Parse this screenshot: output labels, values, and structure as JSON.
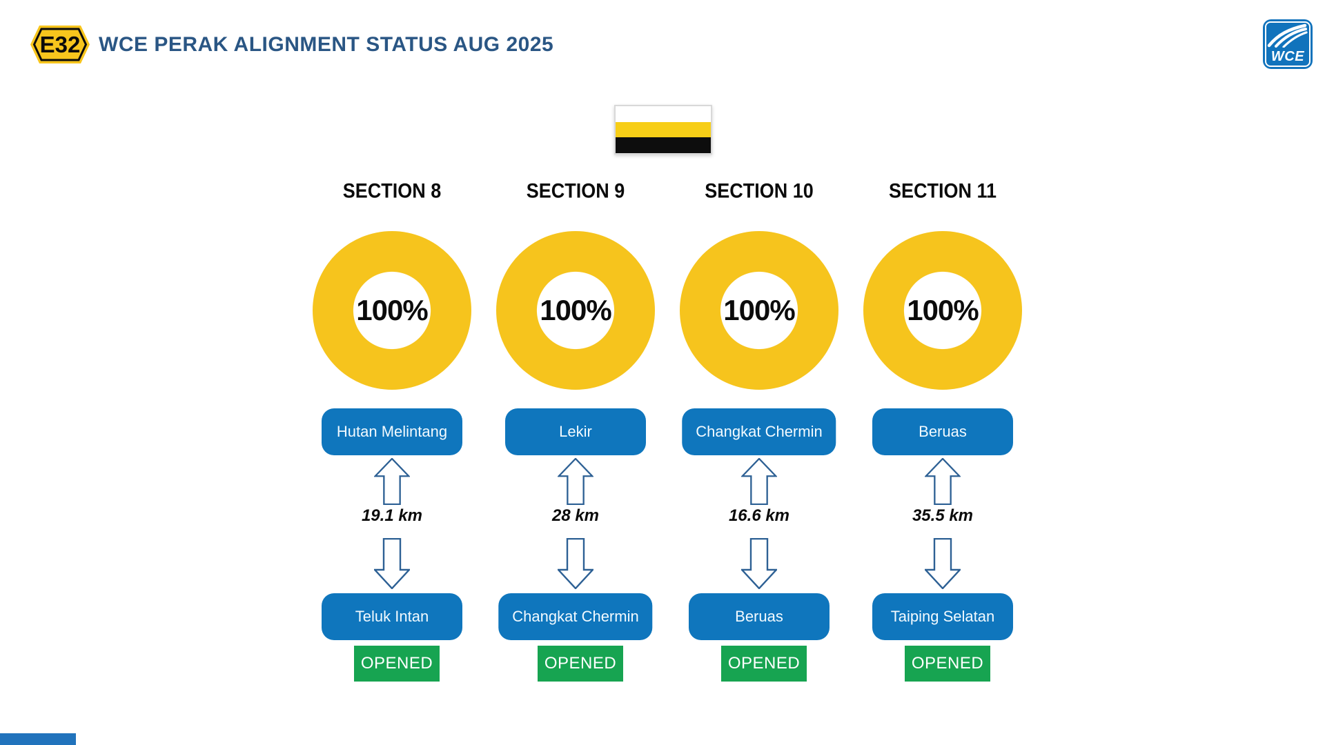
{
  "slide": {
    "route_badge": "E32",
    "title": "WCE PERAK ALIGNMENT STATUS AUG 2025",
    "logo_text": "WCE"
  },
  "flag": {
    "name": "Perak state flag",
    "stripe_colors": [
      "#FFFFFF",
      "#F7CE17",
      "#0D0D0D"
    ]
  },
  "colors": {
    "donut_yellow": "#F6C41D",
    "route_shield_yellow": "#F7C51D",
    "station_box_blue": "#0F76BD",
    "status_green": "#17A451",
    "title_navy": "#2A5684",
    "arrow_outline_blue": "#2D6094",
    "corner_bar_blue": "#2173BC"
  },
  "sections": [
    {
      "label": "SECTION 8",
      "percent": "100%",
      "station_top": "Hutan Melintang",
      "distance": "19.1 km",
      "station_bottom": "Teluk Intan",
      "status": "OPENED"
    },
    {
      "label": "SECTION 9",
      "percent": "100%",
      "station_top": "Lekir",
      "distance": "28 km",
      "station_bottom": "Changkat Chermin",
      "status": "OPENED"
    },
    {
      "label": "SECTION 10",
      "percent": "100%",
      "station_top": "Changkat Chermin",
      "distance": "16.6 km",
      "station_bottom": "Beruas",
      "status": "OPENED"
    },
    {
      "label": "SECTION 11",
      "percent": "100%",
      "station_top": "Beruas",
      "distance": "35.5 km",
      "station_bottom": "Taiping Selatan",
      "status": "OPENED"
    }
  ],
  "chart_data": {
    "type": "pie",
    "subtype": "donut-gauge",
    "title": "WCE PERAK ALIGNMENT STATUS AUG 2025",
    "categories": [
      "SECTION 8",
      "SECTION 9",
      "SECTION 10",
      "SECTION 11"
    ],
    "values": [
      100,
      100,
      100,
      100
    ],
    "unit": "%",
    "legend_position": "none",
    "annotations": [
      {
        "section": "SECTION 8",
        "from": "Hutan Melintang",
        "to": "Teluk Intan",
        "length_km": 19.1,
        "status": "OPENED"
      },
      {
        "section": "SECTION 9",
        "from": "Lekir",
        "to": "Changkat Chermin",
        "length_km": 28,
        "status": "OPENED"
      },
      {
        "section": "SECTION 10",
        "from": "Changkat Chermin",
        "to": "Beruas",
        "length_km": 16.6,
        "status": "OPENED"
      },
      {
        "section": "SECTION 11",
        "from": "Beruas",
        "to": "Taiping Selatan",
        "length_km": 35.5,
        "status": "OPENED"
      }
    ]
  }
}
